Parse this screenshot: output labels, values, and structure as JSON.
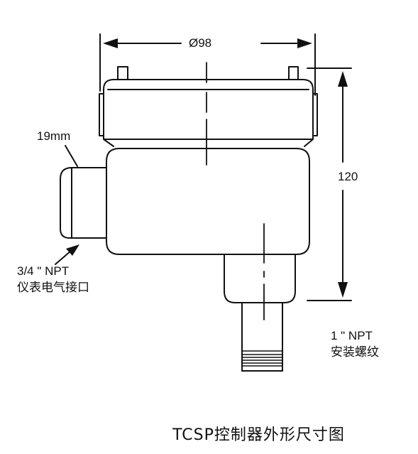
{
  "labels": {
    "diameter": "Ø98",
    "height": "120",
    "side_conn": "19mm",
    "elec_size": "3/4 \" NPT",
    "elec_desc": "仪表电气接口",
    "mount_size": "1 \" NPT",
    "mount_desc": "安装螺纹"
  },
  "caption": "TCSP控制器外形尺寸图",
  "colors": {
    "line": "#111111",
    "background": "#ffffff"
  }
}
